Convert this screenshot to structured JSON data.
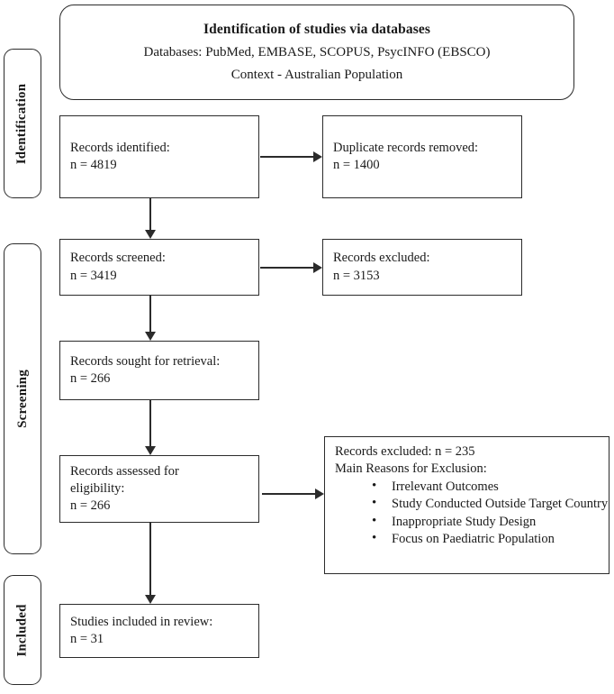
{
  "header": {
    "title": "Identification of studies via databases",
    "databases_line": "Databases: PubMed, EMBASE, SCOPUS, PsycINFO (EBSCO)",
    "context_line": "Context - Australian Population"
  },
  "stages": {
    "identification": "Identification",
    "screening": "Screening",
    "included": "Included"
  },
  "nodes": {
    "identified": "Records identified:\nn = 4819",
    "duplicates": "Duplicate records removed:\nn = 1400",
    "screened": "Records screened:\nn = 3419",
    "excluded_screening": "Records excluded:\nn = 3153",
    "sought": "Records sought for retrieval:\nn = 266",
    "assessed": "Records assessed for\neligibility:\nn = 266",
    "included": "Studies included in review:\nn = 31"
  },
  "reasons_box": {
    "count_line": "Records excluded: n = 235",
    "heading_line": "Main Reasons for Exclusion:",
    "items": [
      "Irrelevant Outcomes",
      "Study Conducted Outside Target Country",
      "Inappropriate Study Design",
      "Focus on Paediatric Population"
    ]
  },
  "colors": {
    "stroke": "#2b2b2b",
    "text": "#1a1a1a",
    "background": "#ffffff"
  }
}
